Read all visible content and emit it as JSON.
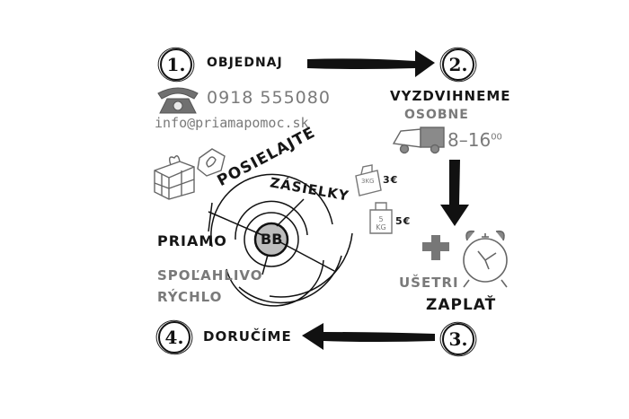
{
  "steps": [
    {
      "number": "1.",
      "label": "OBJEDNAJ"
    },
    {
      "number": "2.",
      "label": "VYZDVIHNEME",
      "sublabel": "OSOBNE",
      "hours": "8–16",
      "hours_sup": "00"
    },
    {
      "number": "3.",
      "label": "ZAPLAŤ",
      "sublabel": "UŠETRI"
    },
    {
      "number": "4.",
      "label": "DORUČÍME"
    }
  ],
  "contact": {
    "phone": "0918 555080",
    "email": "info@priamapomoc.sk"
  },
  "center": {
    "headline_line1": "POSIELAJTE",
    "headline_line2": "ZÁSIELKY",
    "target_label": "BB",
    "left_word": "PRIAMO",
    "qualities": [
      "SPOĽAHLIVO",
      "RÝCHLO"
    ]
  },
  "prices": [
    {
      "weight": "3",
      "unit": "KG",
      "price": "3€"
    },
    {
      "weight": "5",
      "unit": "KG",
      "price": "5€"
    }
  ],
  "icons": [
    "phone-icon",
    "gift-boxes-icon",
    "van-icon",
    "weight-icon",
    "plus-cross-icon",
    "alarm-clock-icon",
    "target-icon",
    "arrow-right-icon",
    "arrow-down-icon",
    "arrow-left-icon"
  ],
  "colors": {
    "ink": "#111111",
    "gray_ink": "#7a7a7a",
    "background": "#ffffff"
  }
}
